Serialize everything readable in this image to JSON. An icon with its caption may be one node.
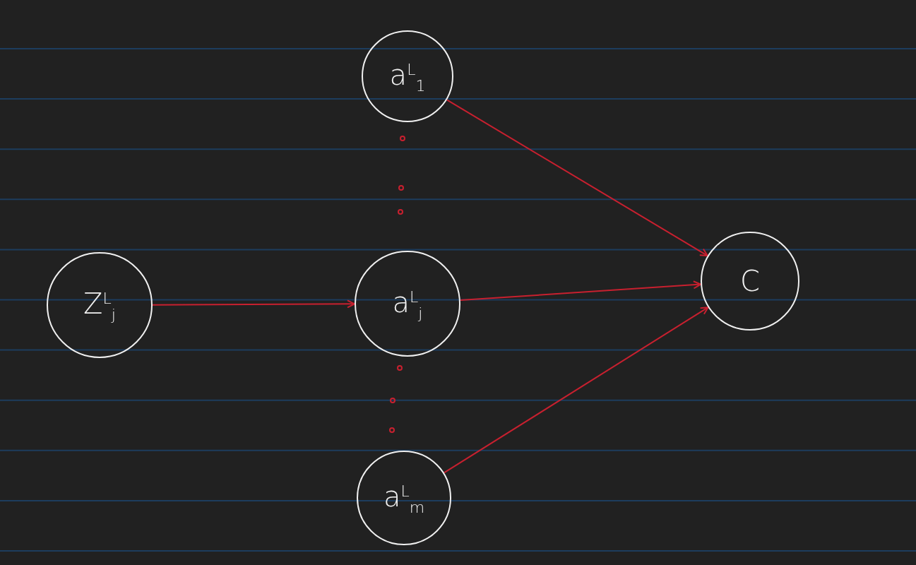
{
  "diagram": {
    "nodes": [
      {
        "text": [
          "a$^{L}$$_{1}$"
        ]
      },
      {
        "text": [
          "Z$^{L}$$_{j}$"
        ]
      },
      {
        "text": [
          "a$^{L}$$_{j}$"
        ]
      },
      {
        "text": [
          "a$^{L}$$_{m}$"
        ]
      },
      {
        "text": [
          "C"
        ]
      }
    ],
    "edges": [
      {
        "from": 1,
        "to": 2,
        "arrow": "to"
      },
      {
        "from": 0,
        "to": 4,
        "arrow": "to"
      },
      {
        "from": 2,
        "to": 4,
        "arrow": "to"
      },
      {
        "from": 3,
        "to": 4,
        "arrow": "to"
      }
    ]
  }
}
